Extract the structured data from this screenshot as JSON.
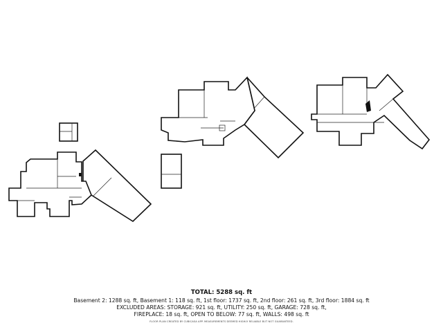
{
  "summary": {
    "total": "TOTAL: 5288 sq. ft",
    "floors_line": "Basement 2: 1288 sq. ft, Basement 1: 118 sq. ft, 1st floor: 1737 sq. ft, 2nd floor: 261 sq. ft, 3rd floor: 1884 sq. ft",
    "excluded_line": "EXCLUDED AREAS: STORAGE: 921 sq. ft, UTILITY: 250 sq. ft, GARAGE: 728 sq. ft,",
    "other_line": "FIREPLACE: 18 sq. ft, OPEN TO BELOW: 77 sq. ft, WALLS: 498 sq. ft",
    "footnote": "FLOOR PLAN CREATED BY CUBICASA APP. MEASUREMENTS DEEMED HIGHLY RELIABLE BUT NOT GUARANTEED."
  },
  "colors": {
    "wall": "#111111",
    "background": "#ffffff"
  }
}
